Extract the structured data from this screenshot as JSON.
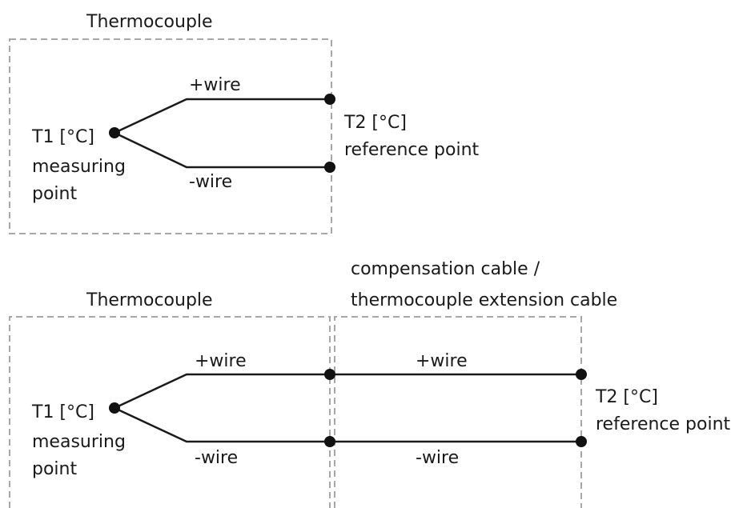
{
  "top": {
    "title": "Thermocouple",
    "plus_wire": "+wire",
    "minus_wire": "-wire",
    "t1": "T1 [°C]",
    "measuring_line1": "measuring",
    "measuring_line2": "point",
    "t2": "T2 [°C]",
    "reference": "reference point"
  },
  "bottom": {
    "title": "Thermocouple",
    "cable_line1": "compensation cable /",
    "cable_line2": "thermocouple extension cable",
    "plus_wire_tc": "+wire",
    "minus_wire_tc": "-wire",
    "plus_wire_cable": "+wire",
    "minus_wire_cable": "-wire",
    "t1": "T1 [°C]",
    "measuring_line1": "measuring",
    "measuring_line2": "point",
    "t2": "T2 [°C]",
    "reference": "reference point"
  }
}
